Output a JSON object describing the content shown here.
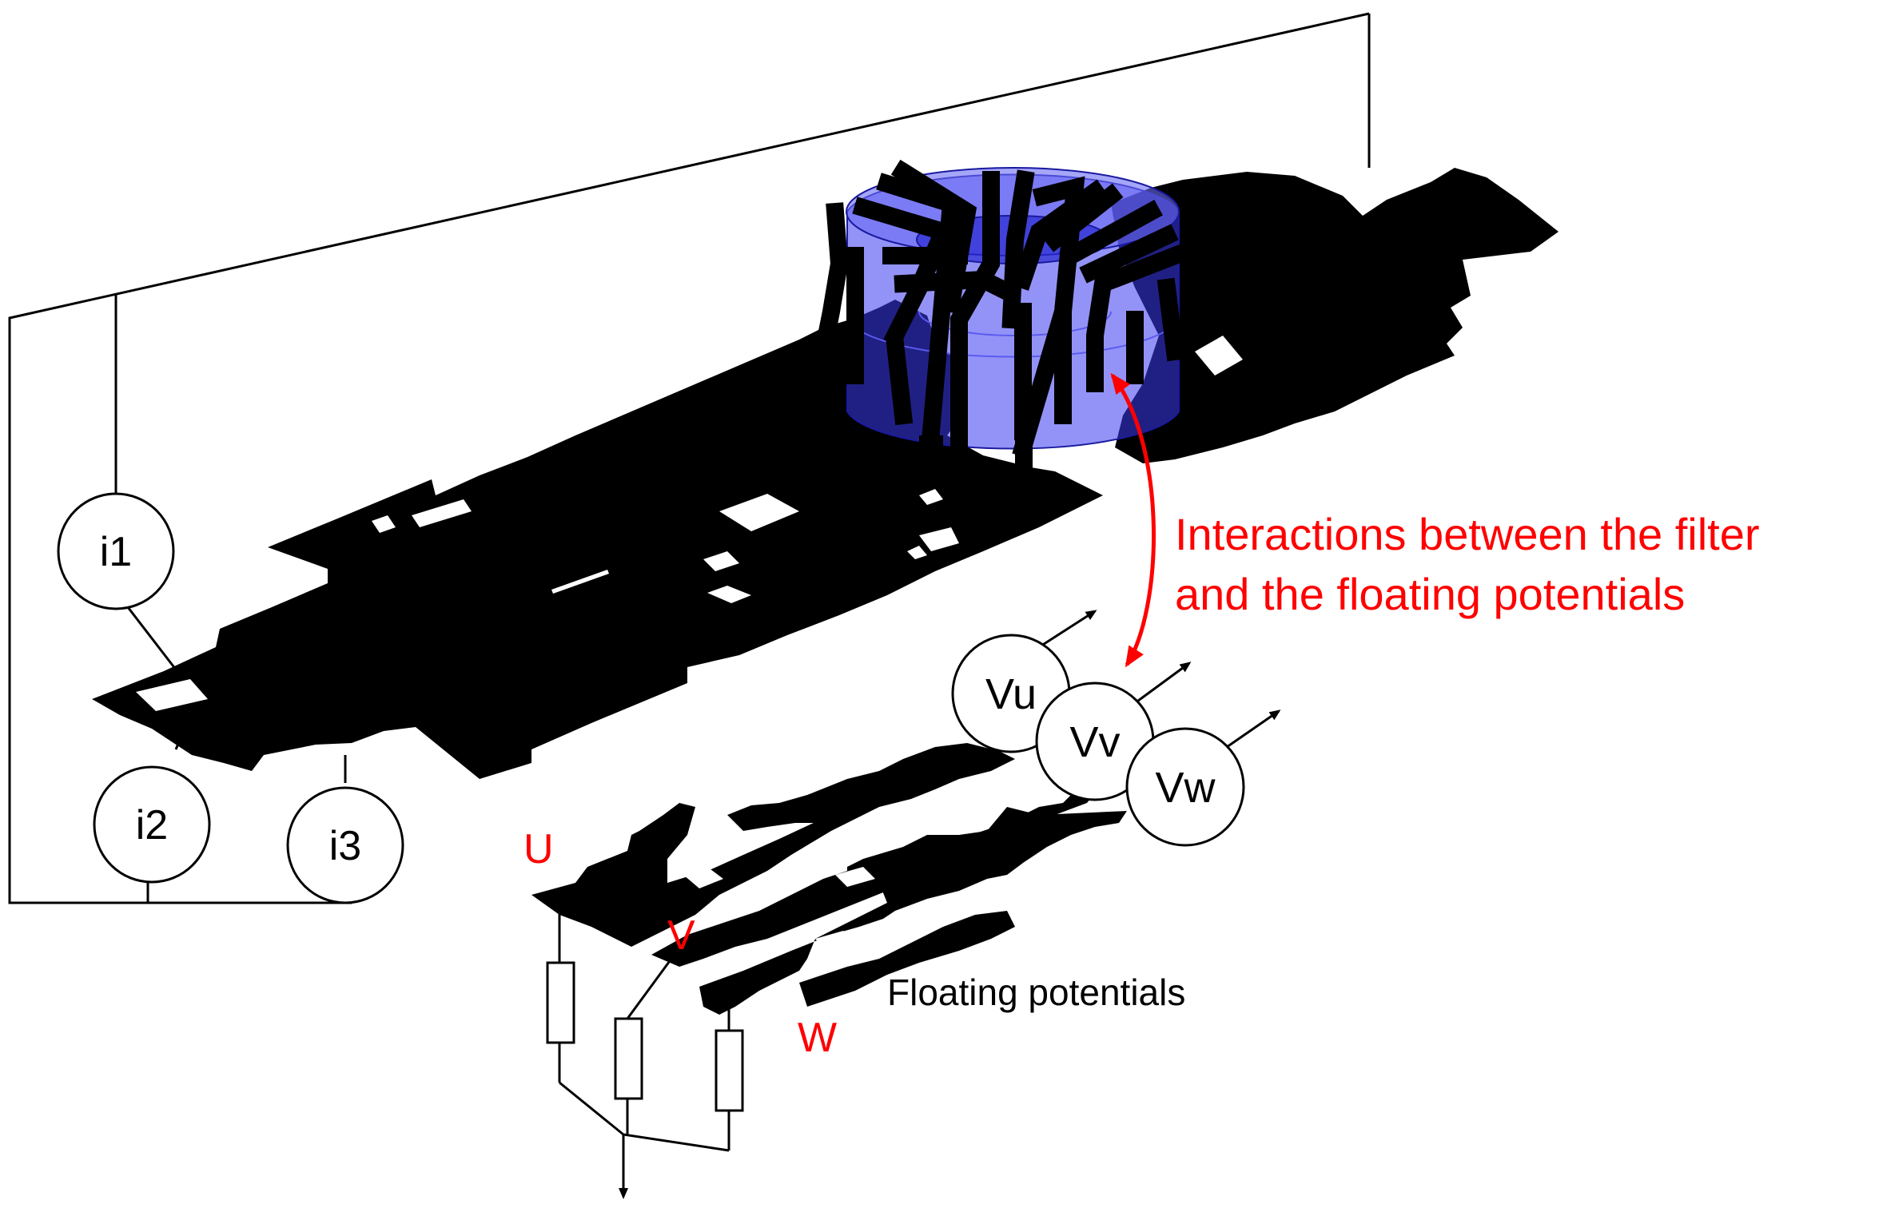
{
  "colors": {
    "annotation": "#ff0000",
    "pcb": "#000000",
    "core": "#3a3af0",
    "wire": "#000000",
    "background": "#ffffff"
  },
  "sources": {
    "i1": "i1",
    "i2": "i2",
    "i3": "i3"
  },
  "probes": {
    "vu": "Vu",
    "vv": "Vv",
    "vw": "Vw"
  },
  "phases": {
    "u": "U",
    "v": "V",
    "w": "W"
  },
  "annotation": {
    "line1": "Interactions between the filter",
    "line2": "and the floating potentials"
  },
  "floating_label": "Floating potentials"
}
